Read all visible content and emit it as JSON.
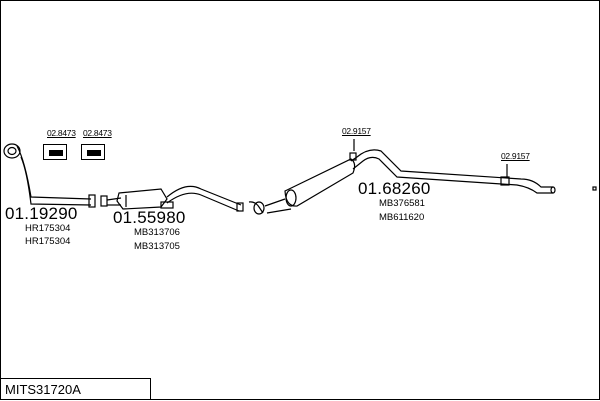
{
  "diagram": {
    "code": "MITS31720A",
    "parts": [
      {
        "number": "01.19290",
        "refs": [
          "HR175304",
          "HR175304"
        ]
      },
      {
        "number": "01.55980",
        "refs": [
          "MB313706",
          "MB313705"
        ]
      },
      {
        "number": "01.68260",
        "refs": [
          "MB376581",
          "MB611620"
        ]
      }
    ],
    "accessories": [
      {
        "number": "02.8473"
      },
      {
        "number": "02.8473"
      },
      {
        "number": "02.9157"
      },
      {
        "number": "02.9157"
      }
    ]
  }
}
